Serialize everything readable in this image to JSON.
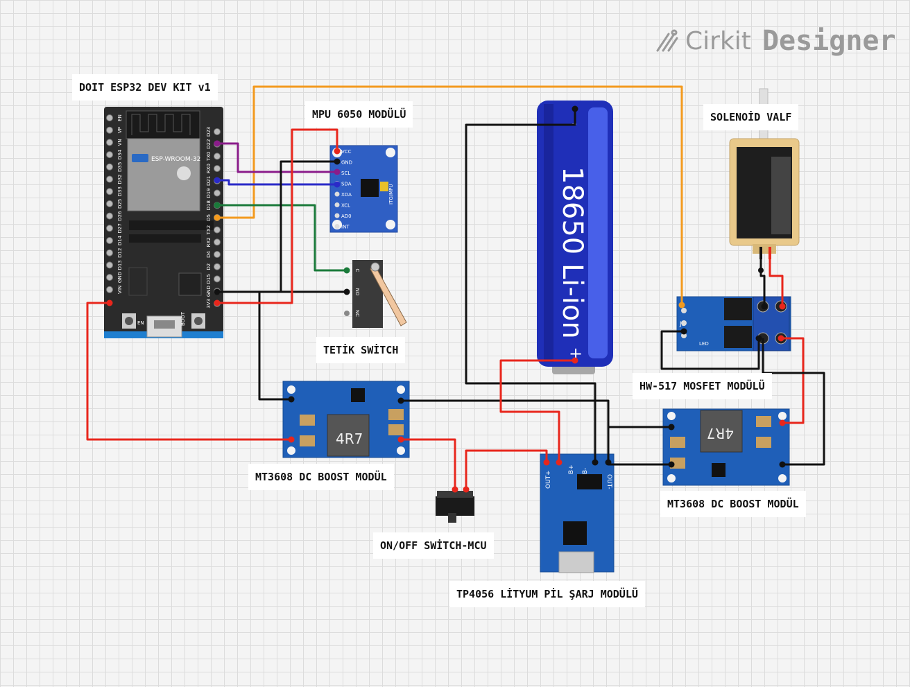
{
  "brand": {
    "name_light": "Cirkit",
    "name_bold": "Designer"
  },
  "labels": {
    "esp32": "DOIT ESP32 DEV KIT v1",
    "mpu": "MPU 6050 MODÜLÜ",
    "tetik": "TETİK SWİTCH",
    "solenoid": "SOLENOİD VALF",
    "mosfet": "HW-517 MOSFET MODÜLÜ",
    "boost_left": "MT3608 DC BOOST MODÜL",
    "boost_right": "MT3608 DC BOOST MODÜL",
    "onoff": "ON/OFF SWİTCH-MCU",
    "tp4056": "TP4056 LİTYUM PİL ŞARJ MODÜLÜ"
  },
  "esp32": {
    "module_name": "ESP-WROOM-32",
    "left_pins": [
      "EN",
      "VP",
      "VN",
      "D34",
      "D35",
      "D32",
      "D33",
      "D25",
      "D26",
      "D27",
      "D14",
      "D12",
      "D13",
      "GND",
      "VIN"
    ],
    "right_pins": [
      "D23",
      "D22",
      "TX0",
      "RX0",
      "D21",
      "D19",
      "D18",
      "D5",
      "TX2",
      "RX2",
      "D4",
      "D2",
      "D15",
      "GND",
      "3V3"
    ],
    "buttons": [
      "EN",
      "BOOT"
    ]
  },
  "mpu": {
    "pins": [
      "VCC",
      "GND",
      "SCL",
      "SDA",
      "XDA",
      "XCL",
      "AD0",
      "INT"
    ],
    "chip": "ITG/MPU"
  },
  "tetik_pins": [
    "C",
    "NO",
    "NC"
  ],
  "battery": {
    "text": "18650 Li-ion",
    "plus": "+",
    "minus": "-"
  },
  "tp4056": {
    "left": "OUT+",
    "b_plus": "B+",
    "b_minus": "B-",
    "right": "OUT-"
  },
  "boost": {
    "inductor": "4R7"
  },
  "mosfet": {
    "j1": "J1",
    "led": "LED"
  },
  "colors": {
    "red": "#e8261c",
    "black": "#111111",
    "orange": "#f39a1e",
    "purple": "#8a1c8a",
    "blue": "#2a2ac8",
    "green": "#1a7a3a",
    "board_blue": "#1f5fb8"
  }
}
